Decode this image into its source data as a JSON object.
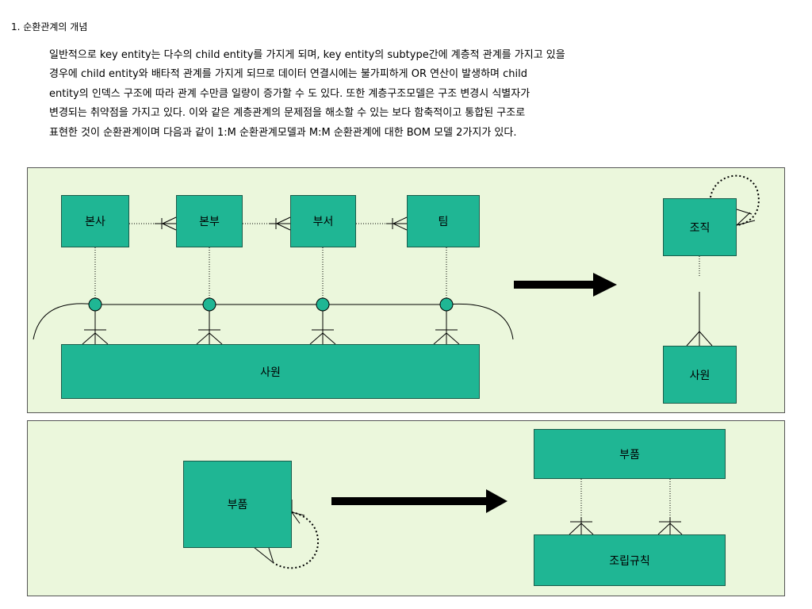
{
  "heading": "1. 순환관계의 개념",
  "paragraph_lines": [
    "일반적으로 key entity는 다수의 child entity를 가지게 되며,  key entity의 subtype간에 계층적 관계를 가지고 있을",
    "경우에 child entity와 배타적 관계를 가지게 되므로 데이터 연결시에는 불가피하게 OR 연산이 발생하며 child",
    "entity의 인덱스 구조에 따라 관계 수만큼 일량이 증가할 수 도 있다. 또한 계층구조모델은 구조 변경시 식별자가",
    "변경되는 취약점을 가지고 있다. 이와 같은 계층관계의 문제점을 해소할 수 있는 보다 함축적이고 통합된 구조로",
    "표현한 것이 순환관계이며 다음과 같이 1:M 순환관계모델과  M:M 순환관계에 대한 BOM 모델 2가지가 있다."
  ],
  "diagram1": {
    "entities": {
      "headquarters": "본사",
      "division": "본부",
      "department": "부서",
      "team": "팀",
      "employee": "사원",
      "organization": "조직",
      "employee_right": "사원"
    }
  },
  "diagram2": {
    "entities": {
      "part_left": "부품",
      "part_right": "부품",
      "assembly_rule": "조립규칙"
    }
  },
  "colors": {
    "panel_bg": "#ebf7dc",
    "entity_fill": "#1fb694",
    "line": "#000000"
  }
}
